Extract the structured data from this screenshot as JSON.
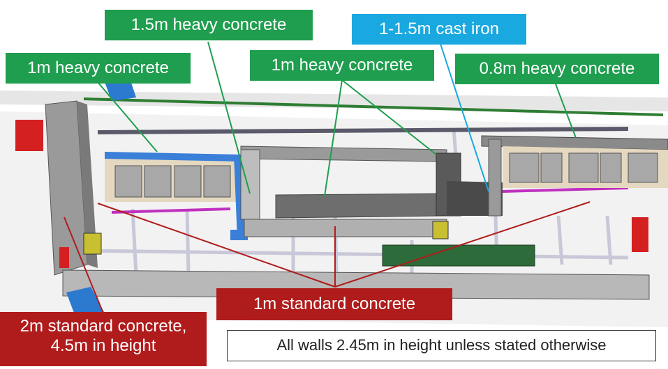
{
  "labels": {
    "heavy_1_5m": "1.5m heavy concrete",
    "cast_iron": "1-1.5m cast iron",
    "heavy_1m_left": "1m heavy concrete",
    "heavy_1m_center": "1m heavy concrete",
    "heavy_0_8m": "0.8m heavy concrete",
    "standard_1m": "1m standard concrete",
    "standard_2m_line1": "2m standard concrete,",
    "standard_2m_line2": "4.5m in height"
  },
  "note": "All walls 2.45m in height unless stated otherwise",
  "colors": {
    "heavy_concrete_label": "#1e9e4e",
    "cast_iron_label": "#1aa8e0",
    "standard_concrete_label": "#b01c1c",
    "heavy_wall": "#3a7fd8",
    "standard_wall": "#808080",
    "shield_block": "#e5d8c0",
    "door": "#d42020"
  }
}
